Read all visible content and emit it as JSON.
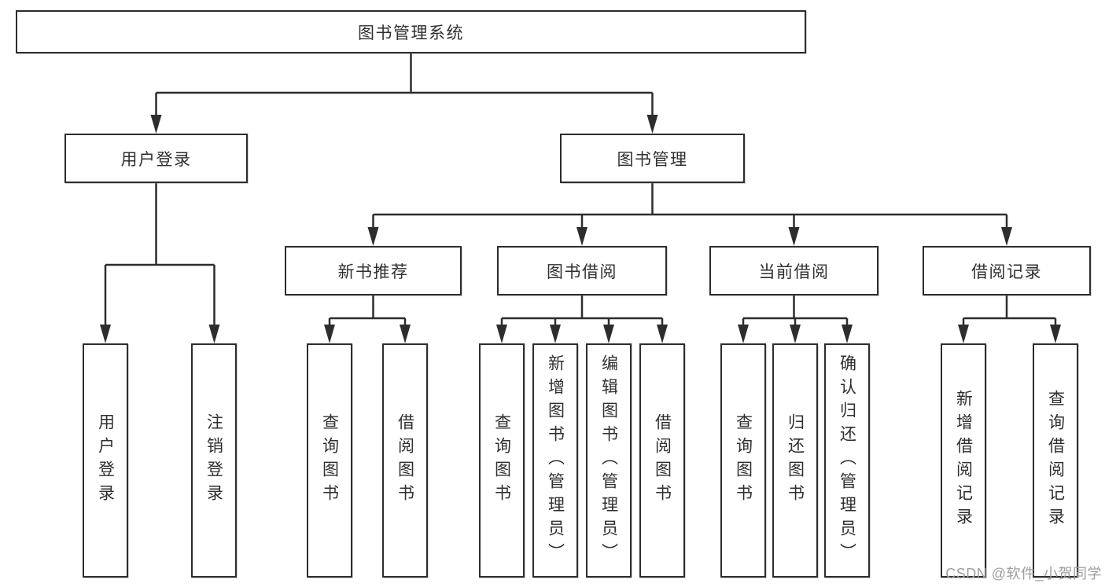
{
  "diagram": {
    "title": "图书管理系统",
    "type": "tree",
    "tree": {
      "label": "图书管理系统",
      "children": [
        {
          "label": "用户登录",
          "children": [
            {
              "label": "用户登录"
            },
            {
              "label": "注销登录"
            }
          ]
        },
        {
          "label": "图书管理",
          "children": [
            {
              "label": "新书推荐",
              "children": [
                {
                  "label": "查询图书"
                },
                {
                  "label": "借阅图书"
                }
              ]
            },
            {
              "label": "图书借阅",
              "children": [
                {
                  "label": "查询图书"
                },
                {
                  "label": "新增图书（管理员）"
                },
                {
                  "label": "编辑图书（管理员）"
                },
                {
                  "label": "借阅图书"
                }
              ]
            },
            {
              "label": "当前借阅",
              "children": [
                {
                  "label": "查询图书"
                },
                {
                  "label": "归还图书"
                },
                {
                  "label": "确认归还（管理员）"
                }
              ]
            },
            {
              "label": "借阅记录",
              "children": [
                {
                  "label": "新增借阅记录"
                },
                {
                  "label": "查询借阅记录"
                }
              ]
            }
          ]
        }
      ]
    }
  },
  "nodes": {
    "root": "图书管理系统",
    "user_login": "用户登录",
    "book_mgmt": "图书管理",
    "new_book_rec": "新书推荐",
    "book_borrow": "图书借阅",
    "current_borrow": "当前借阅",
    "borrow_records": "借阅记录",
    "leaf_user_login": "用户登录",
    "leaf_logout": "注销登录",
    "leaf_query_book_a": "查询图书",
    "leaf_borrow_book_a": "借阅图书",
    "leaf_query_book_b": "查询图书",
    "leaf_add_book": "新增图书（管理员）",
    "leaf_edit_book": "编辑图书（管理员）",
    "leaf_borrow_book_b": "借阅图书",
    "leaf_query_book_c": "查询图书",
    "leaf_return_book": "归还图书",
    "leaf_confirm_return": "确认归还（管理员）",
    "leaf_add_record": "新增借阅记录",
    "leaf_query_record": "查询借阅记录"
  },
  "watermark": "CSDN @软件_小贺同学",
  "colors": {
    "line": "#2d2d2d",
    "box_border": "#2d2d2d",
    "text": "#2f2f2f",
    "background": "#ffffff",
    "watermark": "#9e9e9e"
  }
}
